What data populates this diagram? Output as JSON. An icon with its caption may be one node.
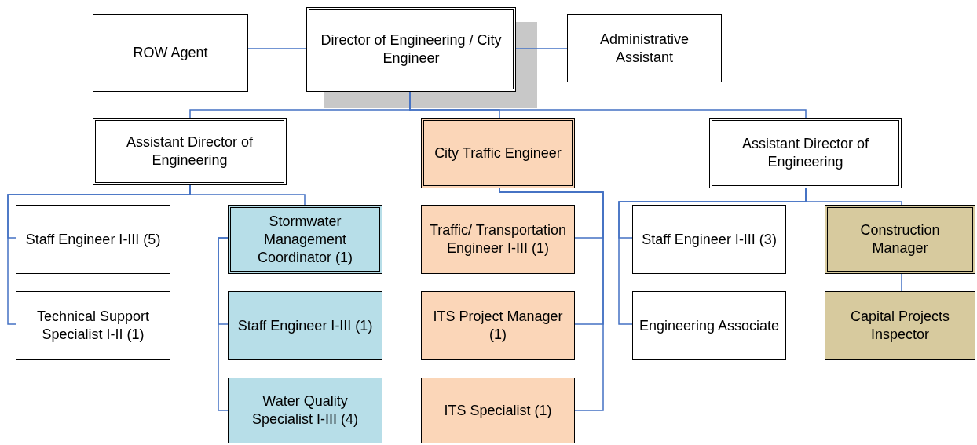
{
  "diagram": {
    "nodes": [
      {
        "text": [
          "ROW Agent"
        ]
      },
      {
        "text": [
          "Director of Engineering / City Engineer"
        ]
      },
      {
        "text": [
          "Administrative Assistant"
        ]
      },
      {
        "text": [
          "Assistant Director of Engineering"
        ]
      },
      {
        "text": [
          "City Traffic Engineer"
        ]
      },
      {
        "text": [
          "Assistant Director of Engineering"
        ]
      },
      {
        "text": [
          "Staff Engineer I-III (5)"
        ]
      },
      {
        "text": [
          "Stormwater Management Coordinator (1)"
        ]
      },
      {
        "text": [
          "Technical Support Specialist I-II (1)"
        ]
      },
      {
        "text": [
          "Staff Engineer I-III (1)"
        ]
      },
      {
        "text": [
          "Water Quality Specialist I-III (4)"
        ]
      },
      {
        "text": [
          "Traffic/ Transportation Engineer I-III (1)"
        ]
      },
      {
        "text": [
          "ITS Project Manager (1)"
        ]
      },
      {
        "text": [
          "ITS Specialist (1)"
        ]
      },
      {
        "text": [
          "Staff Engineer I-III (3)"
        ]
      },
      {
        "text": [
          "Engineering Associate"
        ]
      },
      {
        "text": [
          "Construction Manager"
        ]
      },
      {
        "text": [
          "Capital Projects Inspector"
        ]
      }
    ],
    "edges": [
      {
        "from": 1,
        "to": 0,
        "arrow": "none"
      },
      {
        "from": 1,
        "to": 2,
        "arrow": "none"
      },
      {
        "from": 1,
        "to": 3,
        "arrow": "none"
      },
      {
        "from": 1,
        "to": 4,
        "arrow": "none"
      },
      {
        "from": 1,
        "to": 5,
        "arrow": "none"
      },
      {
        "from": 3,
        "to": 6,
        "arrow": "none"
      },
      {
        "from": 3,
        "to": 8,
        "arrow": "none"
      },
      {
        "from": 3,
        "to": 7,
        "arrow": "none"
      },
      {
        "from": 7,
        "to": 9,
        "arrow": "none"
      },
      {
        "from": 7,
        "to": 10,
        "arrow": "none"
      },
      {
        "from": 4,
        "to": 11,
        "arrow": "none"
      },
      {
        "from": 4,
        "to": 12,
        "arrow": "none"
      },
      {
        "from": 4,
        "to": 13,
        "arrow": "none"
      },
      {
        "from": 5,
        "to": 14,
        "arrow": "none"
      },
      {
        "from": 5,
        "to": 15,
        "arrow": "none"
      },
      {
        "from": 5,
        "to": 16,
        "arrow": "none"
      },
      {
        "from": 16,
        "to": 17,
        "arrow": "none"
      }
    ]
  }
}
